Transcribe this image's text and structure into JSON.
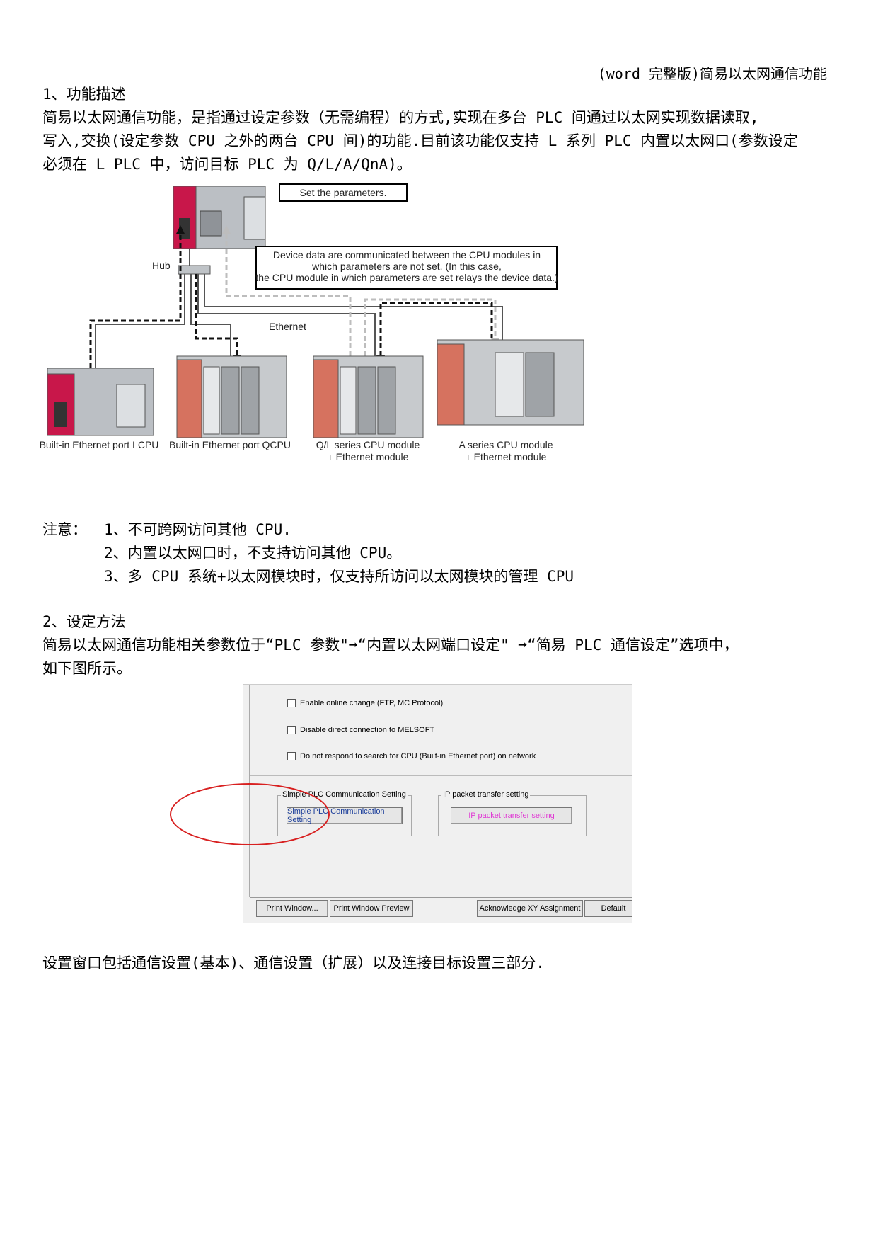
{
  "header": "(word 完整版)简易以太网通信功能",
  "section1": {
    "title": "1、功能描述",
    "para_lines": [
      "简易以太网通信功能，是指通过设定参数（无需编程）的方式,实现在多台 PLC 间通过以太网实现数据读取,",
      "写入,交换(设定参数 CPU 之外的两台 CPU 间)的功能.目前该功能仅支持 L 系列 PLC 内置以太网口(参数设定",
      "必须在 L  PLC 中，访问目标 PLC 为 Q/L/A/QnA)。"
    ]
  },
  "diagram": {
    "set_params_label": "Set the parameters.",
    "device_note_lines": [
      "Device data are communicated between the CPU modules in",
      "which parameters are not set. (In this case,",
      "the CPU module in which parameters are set relays the device data.)"
    ],
    "hub_label": "Hub",
    "ethernet_label": "Ethernet",
    "captions": [
      [
        "Built-in Ethernet port LCPU"
      ],
      [
        "Built-in Ethernet port QCPU"
      ],
      [
        "Q/L series CPU module",
        "+ Ethernet module"
      ],
      [
        "A series CPU module",
        "+ Ethernet module"
      ]
    ]
  },
  "notes": {
    "prefix": "注意：",
    "items": [
      "1、不可跨网访问其他 CPU.",
      "2、内置以太网口时，不支持访问其他 CPU。",
      "3、多 CPU 系统+以太网模块时，仅支持所访问以太网模块的管理 CPU"
    ]
  },
  "section2": {
    "title": "2、设定方法",
    "para_lines": [
      "简易以太网通信功能相关参数位于“PLC 参数\"➞“内置以太网端口设定\" ➞“简易 PLC 通信设定”选项中，",
      "如下图所示。"
    ]
  },
  "dialog": {
    "checkboxes": [
      "Enable online change (FTP, MC Protocol)",
      "Disable direct connection to MELSOFT",
      "Do not respond to search for CPU (Built-in Ethernet port) on network"
    ],
    "group1_title": "Simple PLC Communication Setting",
    "group1_button": "Simple PLC Communication Setting",
    "group2_title": "IP packet transfer setting",
    "group2_button": "IP packet transfer setting",
    "bottom_buttons": [
      "Print Window...",
      "Print Window Preview",
      "Acknowledge XY Assignment",
      "Default"
    ],
    "colors": {
      "link_blue": "#1a3d9a",
      "link_pink": "#e03ad4",
      "highlight": "#d82020"
    }
  },
  "footer_text": "设置窗口包括通信设置(基本)、通信设置（扩展）以及连接目标设置三部分."
}
